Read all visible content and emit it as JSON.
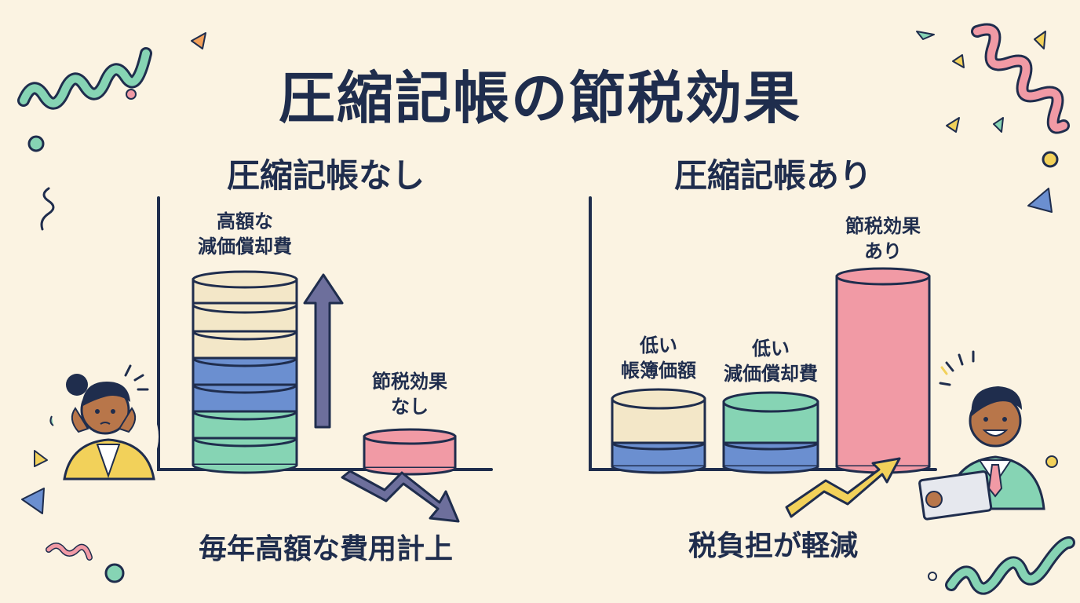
{
  "title": "圧縮記帳の節税効果",
  "left": {
    "heading": "圧縮記帳なし",
    "stack_label_line1": "高額な",
    "stack_label_line2": "減価償却費",
    "result_label_line1": "節税効果",
    "result_label_line2": "なし",
    "caption": "毎年高額な費用計上"
  },
  "right": {
    "heading": "圧縮記帳あり",
    "book_value_line1": "低い",
    "book_value_line2": "帳簿価額",
    "depreciation_line1": "低い",
    "depreciation_line2": "減価償却費",
    "result_label_line1": "節税効果",
    "result_label_line2": "あり",
    "caption": "税負担が軽減"
  },
  "colors": {
    "background": "#fbf3e2",
    "navy": "#1f2d4d",
    "cream": "#f3e7c8",
    "blue": "#6b8fd0",
    "green": "#86d4b4",
    "pink": "#f19aa5",
    "arrow_gray": "#6d6f9c",
    "arrow_yellow": "#f2d15a"
  }
}
